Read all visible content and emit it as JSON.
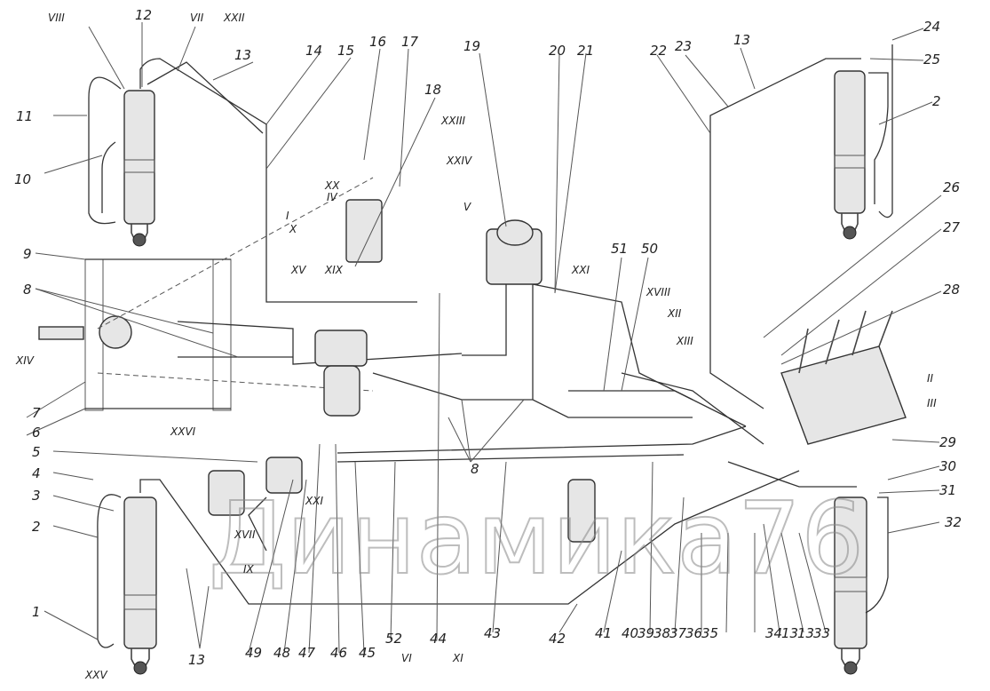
{
  "numbers": {
    "n1": "1",
    "n2a": "2",
    "n2b": "2",
    "n3": "3",
    "n4": "4",
    "n5": "5",
    "n6": "6",
    "n7": "7",
    "n8a": "8",
    "n8b": "8",
    "n9": "9",
    "n10": "10",
    "n11": "11",
    "n12": "12",
    "n13a": "13",
    "n13b": "13",
    "n13c": "13",
    "n14": "14",
    "n15": "15",
    "n16": "16",
    "n17": "17",
    "n18": "18",
    "n19": "19",
    "n20": "20",
    "n21": "21",
    "n22": "22",
    "n23": "23",
    "n24": "24",
    "n25": "25",
    "n26": "26",
    "n27": "27",
    "n28": "28",
    "n29": "29",
    "n30": "30",
    "n31": "31",
    "n32": "32",
    "n33": "33",
    "n34": "34",
    "n13d": "13",
    "n35": "35",
    "n36": "36",
    "n37": "37",
    "n38": "38",
    "n39": "39",
    "n40": "40",
    "n41": "41",
    "n42": "42",
    "n43": "43",
    "n44": "44",
    "n45": "45",
    "n46": "46",
    "n47": "47",
    "n48": "48",
    "n49": "49",
    "n50": "50",
    "n51": "51",
    "n52": "52",
    "n13e": "13"
  },
  "romans": {
    "r8": "VIII",
    "r7": "VII",
    "r22": "XXII",
    "r23": "XXIII",
    "r24": "XXIV",
    "r20": "XX",
    "r4": "IV",
    "r1": "I",
    "r10": "X",
    "r5": "V",
    "r15": "XV",
    "r19": "XIX",
    "r21a": "XXI",
    "r18": "XVIII",
    "r12": "XII",
    "r13": "XIII",
    "r2": "II",
    "r3": "III",
    "r14": "XIV",
    "r26": "XXVI",
    "r21b": "XXI",
    "r17": "XVII",
    "r9": "IX",
    "r25": "XXV",
    "r6": "VI",
    "r11": "XI"
  },
  "watermark": "Динамика76"
}
